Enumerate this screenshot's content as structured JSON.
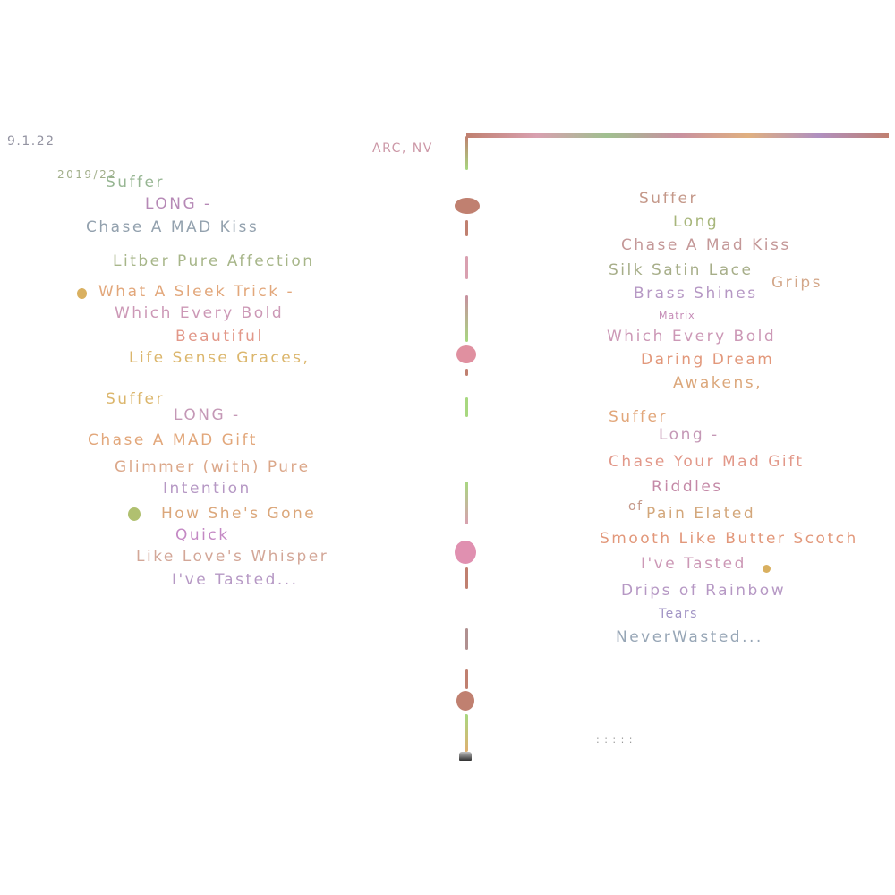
{
  "colors": {
    "sage": "#7fa88a",
    "mauve": "#b07fb0",
    "pink": "#d98aa0",
    "peach": "#e0a070",
    "gold": "#d9b060",
    "lilac": "#9a8cc0",
    "slate": "#8090a0",
    "rose_brown": "#c08070",
    "spine_green": "#a8d880"
  },
  "left": {
    "date": "9.1.22",
    "year_mark": "2019/22",
    "lines": [
      "Suffer",
      "LONG -",
      "Chase A MAD Kiss",
      "Litber Pure Affection",
      "What A Sleek Trick -",
      "Which Every Bold",
      "Beautiful",
      "Life Sense Graces,",
      "Suffer",
      "LONG -",
      "Chase A MAD Gift",
      "Glimmer (with) Pure",
      "Intention",
      "How She's Gone",
      "Quick",
      "Like Love's Whisper",
      "I've Tasted..."
    ]
  },
  "right": {
    "place": "ARC, NV",
    "lines": [
      "Suffer",
      "Long",
      "Chase A Mad Kiss",
      "Silk Satin Lace",
      "Grips",
      "Brass Shines",
      "Matrix",
      "Which Every Bold",
      "Daring Dream",
      "Awakens,",
      "Suffer",
      "Long -",
      "Chase Your Mad Gift",
      "Riddles",
      "of",
      "Pain Elated",
      "Smooth Like Butter Scotch",
      "I've Tasted",
      "Drips of Rainbow",
      "Tears",
      "NeverWasted...",
      ": : : : :"
    ]
  }
}
